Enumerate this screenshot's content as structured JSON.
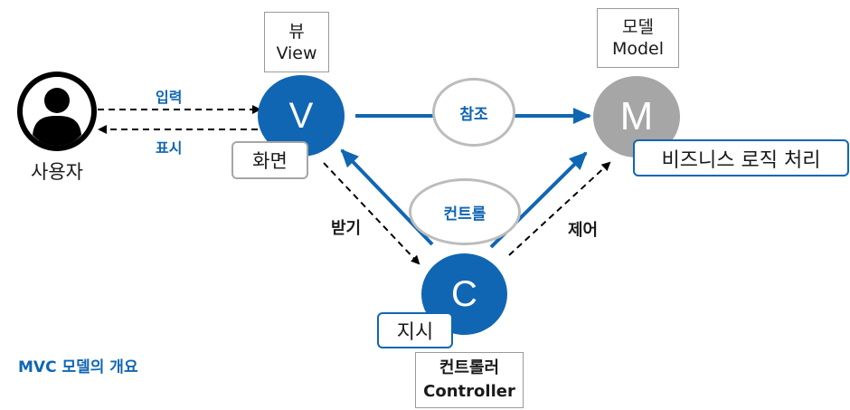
{
  "colors": {
    "accent": "#1066b3",
    "model": "#a6a6a6",
    "user": "#000000"
  },
  "user": {
    "label": "사용자",
    "icon": "user-icon"
  },
  "view": {
    "letter": "V",
    "name_ko": "뷰",
    "name_en": "View",
    "screen": "화면"
  },
  "model": {
    "letter": "M",
    "name_ko": "모델",
    "name_en": "Model",
    "logic": "비즈니스 로직 처리"
  },
  "controller": {
    "letter": "C",
    "name_ko": "컨트롤러",
    "name_en": "Controller",
    "instruct": "지시"
  },
  "edges": {
    "input": "입력",
    "display": "표시",
    "reference": "참조",
    "control": "컨트롤",
    "receive": "받기",
    "manage": "제어"
  },
  "caption": "MVC 모델의 개요"
}
